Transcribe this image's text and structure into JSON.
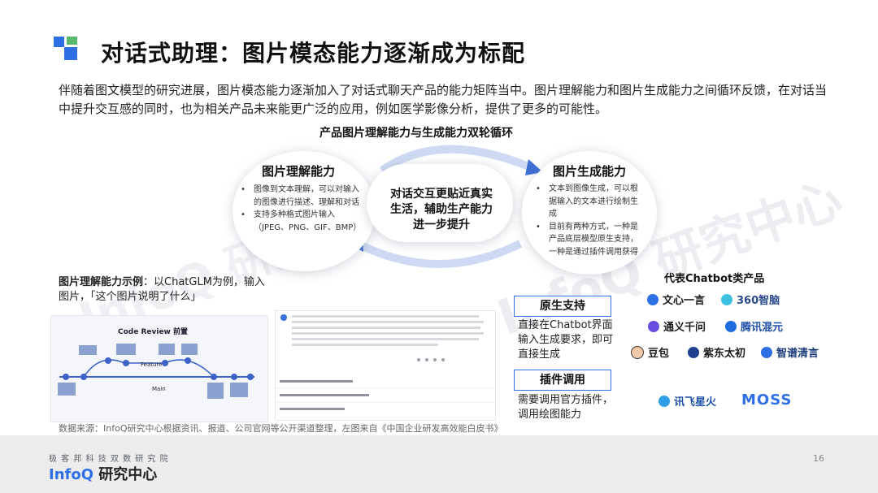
{
  "title": "对话式助理：图片模态能力逐渐成为标配",
  "intro": "伴随着图文模型的研究进展，图片模态能力逐渐加入了对话式聊天产品的能力矩阵当中。图片理解能力和图片生成能力之间循环反馈，在对话当中提升交互感的同时，也为相关产品未来能更广泛的应用，例如医学影像分析，提供了更多的可能性。",
  "cycle_heading": "产品图片理解能力与生成能力双轮循环",
  "left_circle": {
    "title": "图片理解能力",
    "bullets": [
      "图像到文本理解，可以对输入的图像进行描述、理解和对话",
      "支持多种格式图片输入（JPEG、PNG、GIF、BMP）"
    ]
  },
  "center_text": "对话交互更贴近真实生活，辅助生产能力进一步提升",
  "right_circle": {
    "title": "图片生成能力",
    "bullets": [
      "文本到图像生成，可以根据输入的文本进行绘制生成",
      "目前有两种方式，一种是产品底层模型原生支持，一种是通过插件调用获得"
    ]
  },
  "example": {
    "label": "图片理解能力示例",
    "text": "：以ChatGLM为例，输入图片，「这个图片说明了什么」"
  },
  "native": {
    "tag": "原生支持",
    "desc": "直接在Chatbot界面输入生成要求，即可直接生成"
  },
  "plugin": {
    "tag": "插件调用",
    "desc": "需要调用官方插件，调用绘图能力"
  },
  "representatives": {
    "title": "代表Chatbot类产品",
    "logos": [
      "文心一言",
      "360智脑",
      "通义千问",
      "腾讯混元",
      "豆包",
      "紫东太初",
      "智谱清言",
      "讯飞星火",
      "MOSS"
    ]
  },
  "source": "数据来源：InfoQ研究中心根据资讯、报道、公司官网等公开渠道整理，左图来自《中国企业研发高效能白皮书》",
  "footer": {
    "sub": "极 客 邦 科 技 双 数 研 究 院",
    "brand": "InfoQ",
    "brand_cn": "研究中心",
    "page": "16"
  },
  "colors": {
    "accent": "#2f6fe5",
    "green": "#58b96a"
  }
}
